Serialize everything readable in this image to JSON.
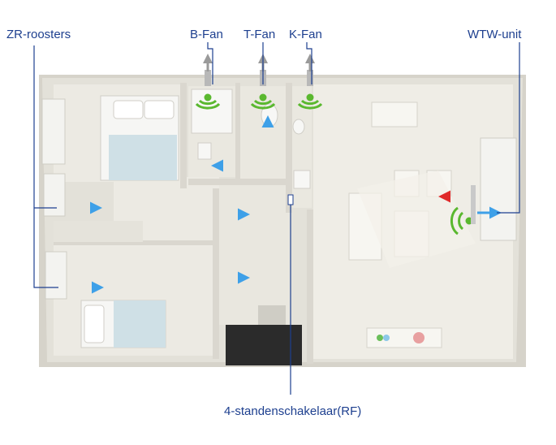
{
  "labels": {
    "zr_roosters": "ZR-roosters",
    "b_fan": "B-Fan",
    "t_fan": "T-Fan",
    "k_fan": "K-Fan",
    "wtw_unit": "WTW-unit",
    "switch": "4-standenschakelaar(RF)"
  },
  "colors": {
    "label_text": "#1d3f8f",
    "wireless_signal": "#5ab82f",
    "fresh_air_arrow": "#3ea0e8",
    "warm_air_arrow": "#e02a2a",
    "floor": "#eceae3",
    "wall": "#dedcd4",
    "bed_sheet": "#cfe0e6"
  },
  "icons": {
    "fan": "wireless-fan-icon",
    "wtw_signal": "wireless-signal-icon",
    "air_flow": "arrow-right-icon",
    "exhaust": "arrow-up-icon"
  }
}
